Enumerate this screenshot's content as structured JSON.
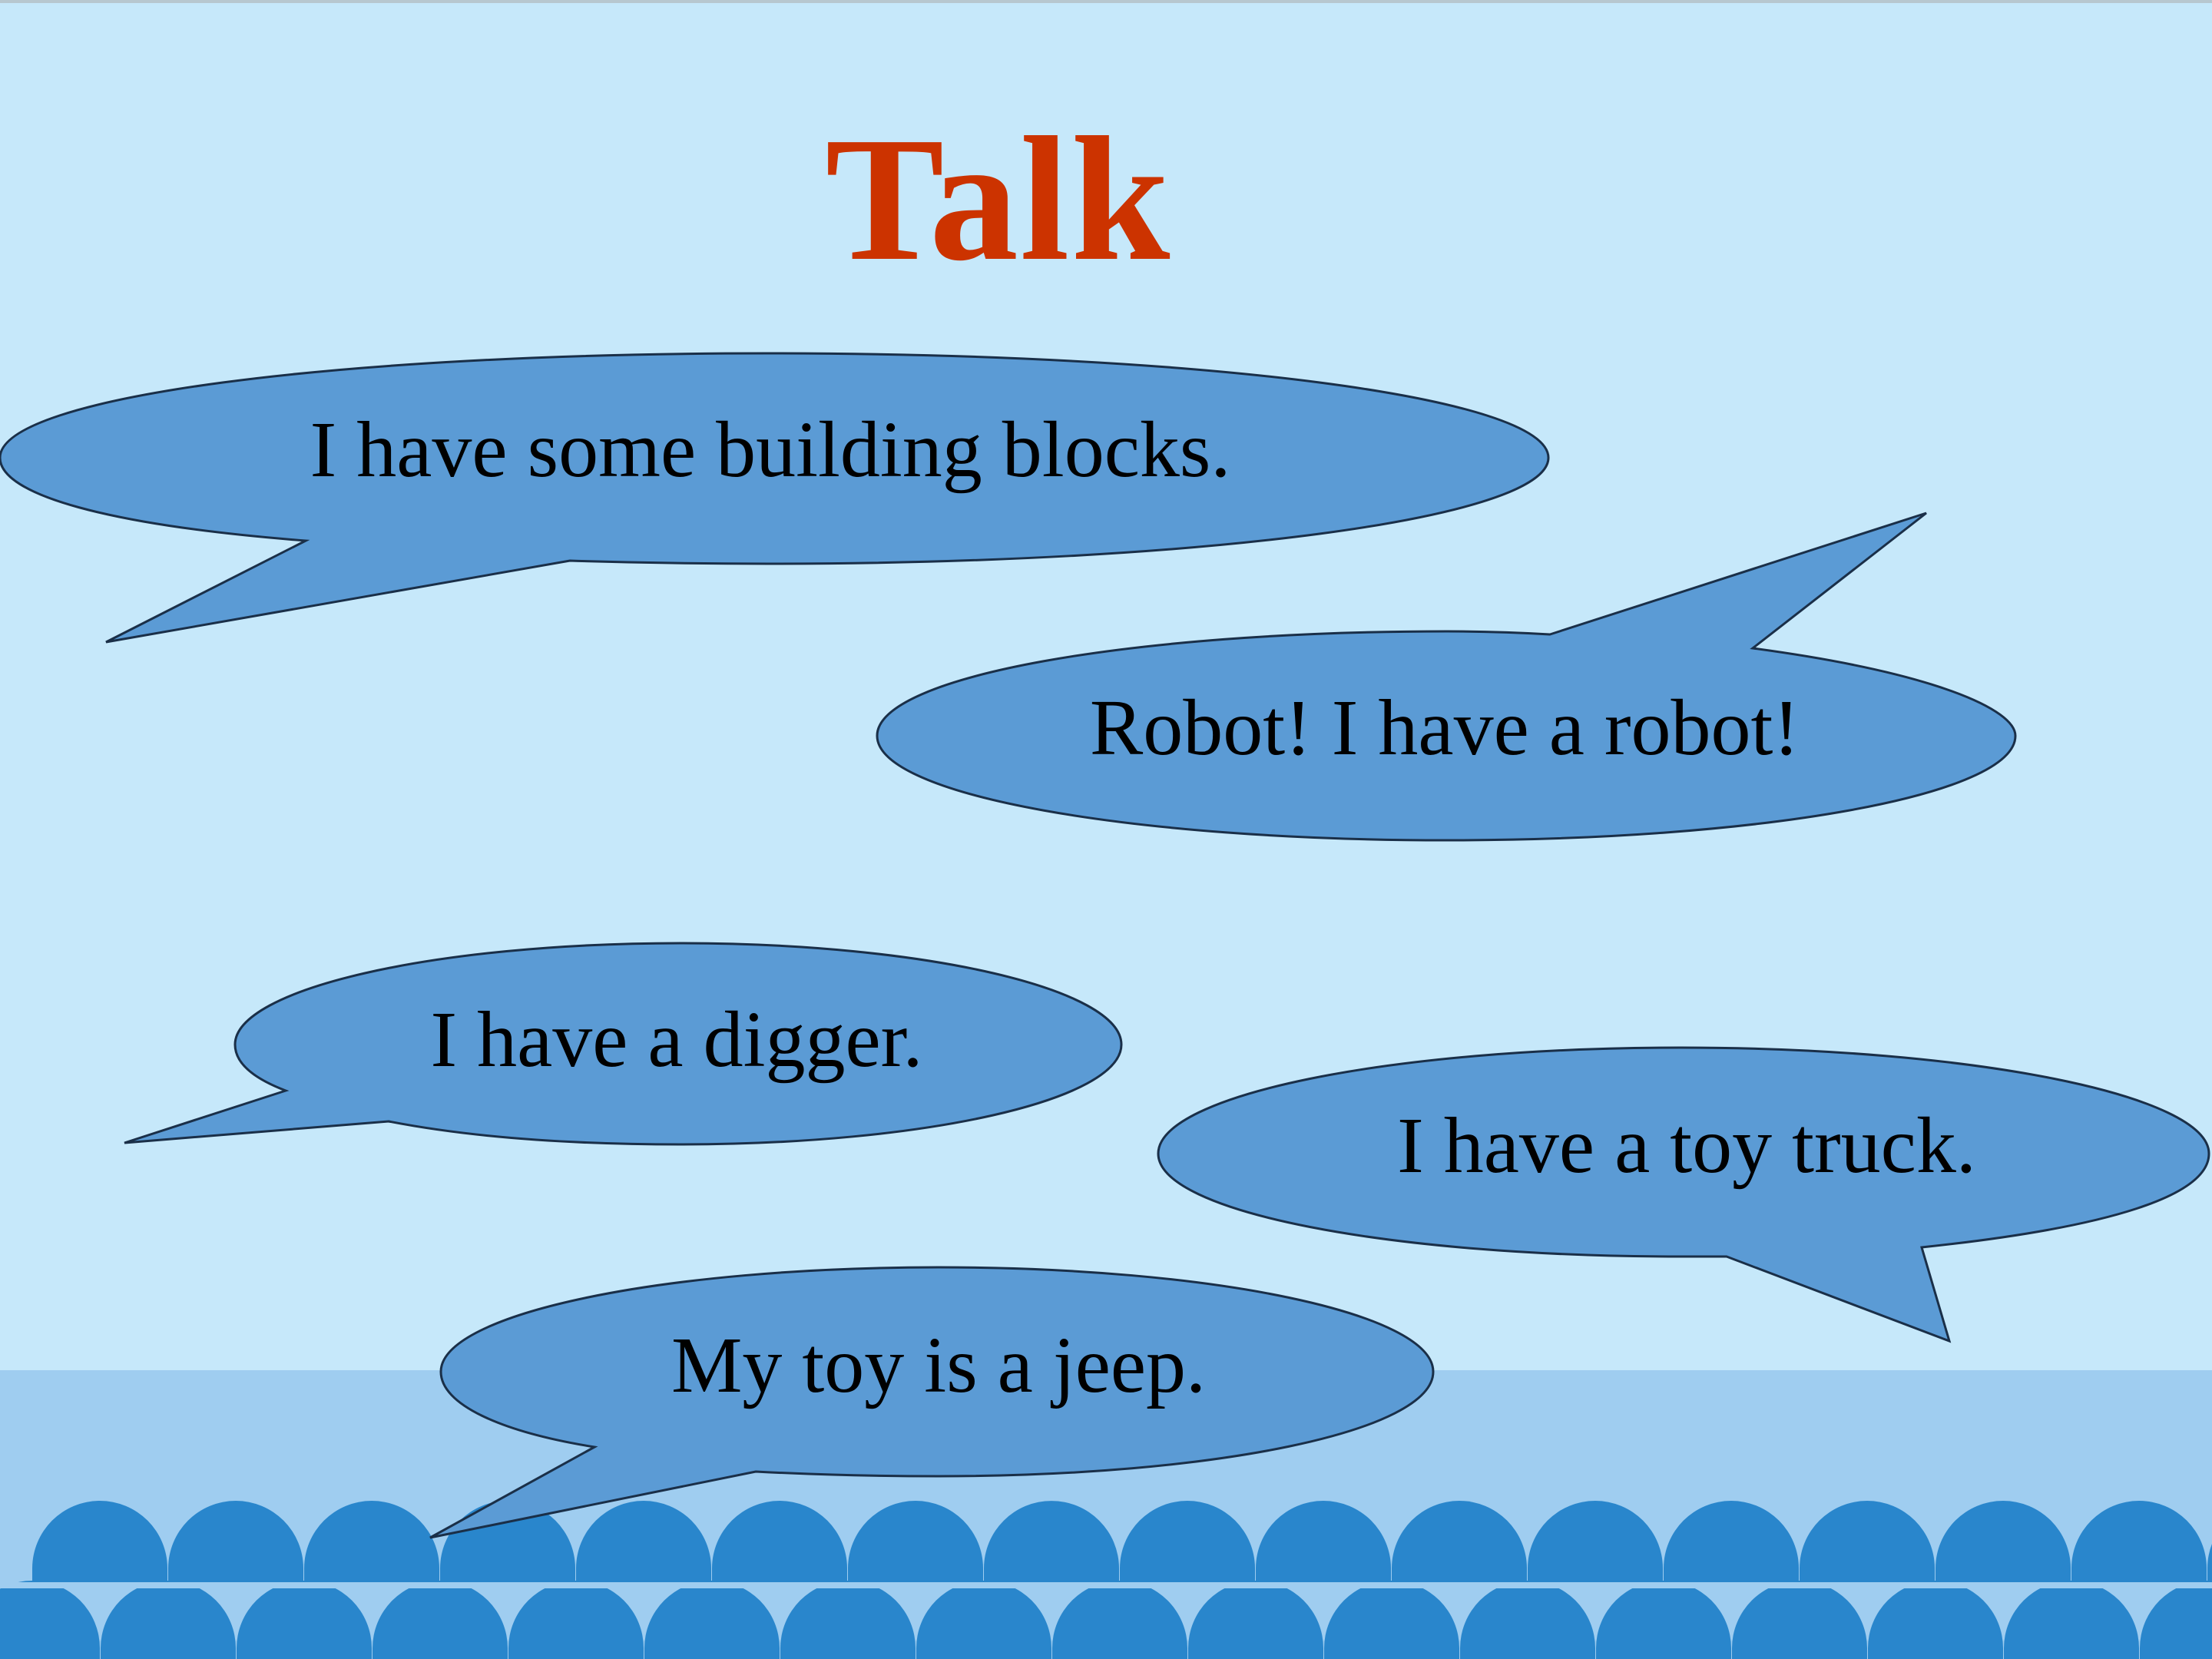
{
  "slide": {
    "title": "Talk",
    "bubbles": [
      {
        "text": "I have some building blocks."
      },
      {
        "text": "Robot! I have a robot!"
      },
      {
        "text": "I have a digger."
      },
      {
        "text": "I have a toy truck."
      },
      {
        "text": "My toy is a jeep."
      }
    ]
  },
  "colors": {
    "background": "#c6e8fa",
    "title": "#cc3300",
    "bubble_fill": "#5b9bd5",
    "bubble_stroke": "#1a2f48",
    "sea_band": "#9fcdf0",
    "waves": "#2986cc"
  }
}
